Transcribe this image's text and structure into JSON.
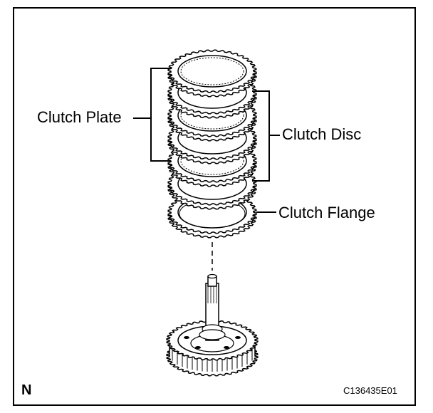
{
  "labels": {
    "clutch_plate": "Clutch Plate",
    "clutch_disc": "Clutch Disc",
    "clutch_flange": "Clutch Flange"
  },
  "corner_mark": "N",
  "figure_code": "C136435E01",
  "colors": {
    "line": "#000000",
    "background": "#ffffff"
  }
}
